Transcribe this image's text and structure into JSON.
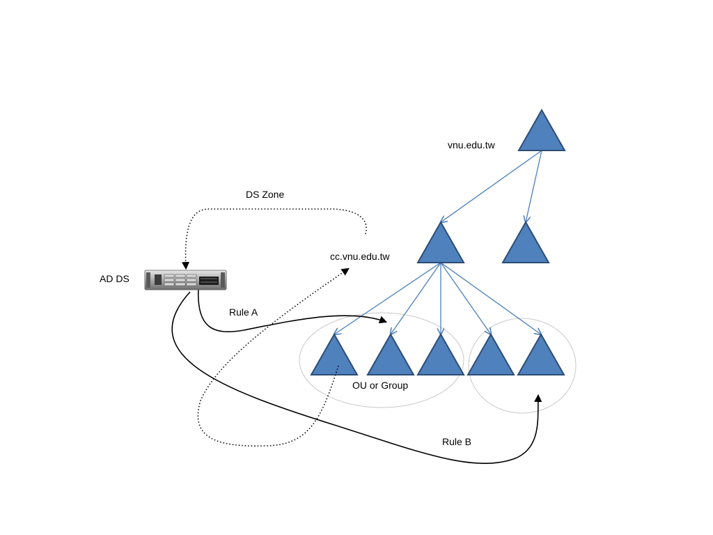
{
  "labels": {
    "root_domain": "vnu.edu.tw",
    "sub_domain": "cc.vnu.edu.tw",
    "ds_zone": "DS Zone",
    "ad_ds": "AD DS",
    "rule_a": "Rule A",
    "rule_b": "Rule B",
    "ou_group": "OU or Group"
  },
  "colors": {
    "triangle_fill": "#4f81bd",
    "triangle_stroke": "#2c4d75",
    "tree_line": "#4a7ebb",
    "group_ellipse": "#c8c8c8",
    "flow_line": "#000000"
  },
  "icons": {
    "server": "rack-server-icon",
    "node": "triangle-node-icon"
  }
}
